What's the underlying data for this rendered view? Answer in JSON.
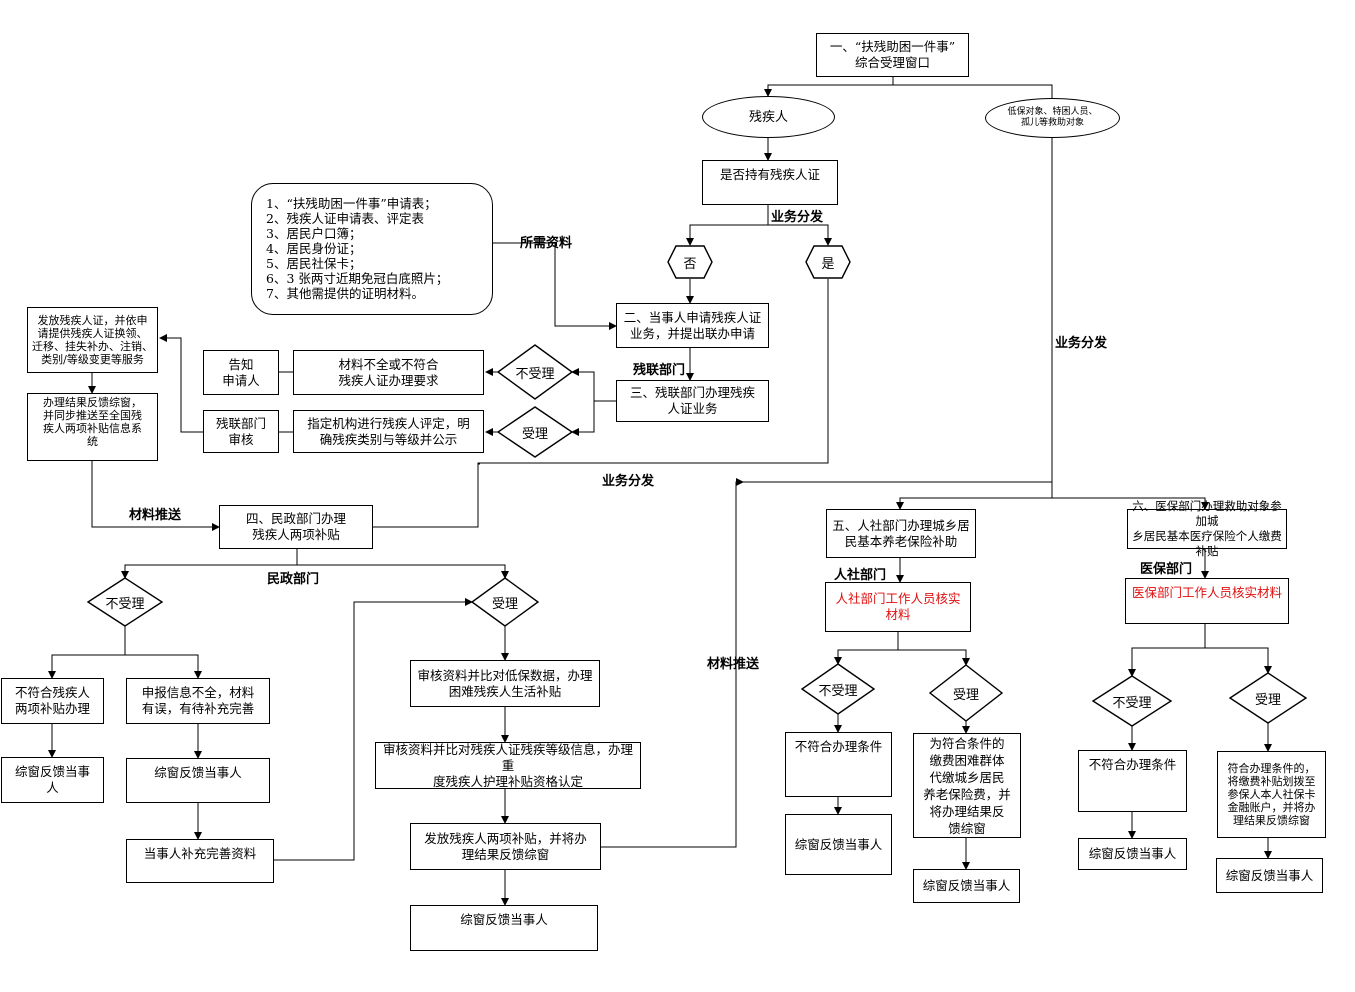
{
  "nodes": {
    "window": "一、“扶残助困一件事”\n综合受理窗口",
    "disabled_person": "残疾人",
    "low_income": "低保对象、特困人员、\n孤儿等救助对象",
    "has_card": "是否持有残疾人证",
    "no": "否",
    "yes": "是",
    "apply_card": "二、当事人申请残疾人证\n业务，并提出联办申请",
    "handle_card": "三、残联部门办理残疾\n人证业务",
    "reject_diamond": "不受理",
    "accept_diamond": "受理",
    "incomplete": "材料不全或不符合\n残疾人证办理要求",
    "notify": "告知\n申请人",
    "assess": "指定机构进行残疾人评定，明\n确残疾类别与等级并公示",
    "review": "残联部门\n审核",
    "issue_card": "发放残疾人证，并依申\n请提供残疾人证换领、\n迁移、挂失补办、注销、\n类别/等级变更等服务",
    "feedback_push": "办理结果反馈综窗，\n并同步推送至全国残\n疾人两项补贴信息系\n统",
    "civil": "四、民政部门办理\n残疾人两项补贴",
    "civil_reject": "不受理",
    "civil_accept": "受理",
    "not_qualified": "不符合残疾人\n两项补贴办理",
    "info_incomplete": "申报信息不全，材料\n有误，有待补充完善",
    "fb_a": "综窗反馈当事\n人",
    "fb_b": "综窗反馈当事人",
    "supplement": "当事人补充完善资料",
    "check_lowincome": "审核资料并比对低保数据，办理\n困难残疾人生活补贴",
    "check_level": "审核资料并比对残疾人证残疾等级信息，办理重\n度残疾人护理补贴资格认定",
    "issue_subsidy": "发放残疾人两项补贴，并将办\n理结果反馈综窗",
    "fb_c": "综窗反馈当事人",
    "hr": "五、人社部门办理城乡居\n民基本养老保险补助",
    "hr_verify": "人社部门工作人员核实\n材料",
    "hr_reject": "不受理",
    "hr_accept": "受理",
    "hr_not_qualified": "不符合办理条件",
    "hr_fb1": "综窗反馈当事人",
    "hr_pay": "为符合条件的\n缴费困难群体\n代缴城乡居民\n养老保险费，并\n将办理结果反\n馈综窗",
    "hr_fb2": "综窗反馈当事人",
    "med": "六、医保部门办理救助对象参加城\n乡居民基本医疗保险个人缴费补贴",
    "med_verify": "医保部门工作人员核实材料",
    "med_reject": "不受理",
    "med_accept": "受理",
    "med_not_qualified": "不符合办理条件",
    "med_fb1": "综窗反馈当事人",
    "med_pay": "符合办理条件的，\n将缴费补贴划拨至\n参保人本人社保卡\n金融账户，并将办\n理结果反馈综窗",
    "med_fb2": "综窗反馈当事人"
  },
  "required_materials": [
    "1、“扶残助困一件事”申请表；",
    "2、残疾人证申请表、评定表",
    "3、居民户口簿；",
    "4、居民身份证；",
    "5、居民社保卡；",
    "6、3 张两寸近期免冠白底照片；",
    "7、其他需提供的证明材料。"
  ],
  "labels": {
    "dispatch1": "业务分发",
    "required": "所需资料",
    "dispatch2": "业务分发",
    "cdpf": "残联部门",
    "dispatch3": "业务分发",
    "push1": "材料推送",
    "civil_dept": "民政部门",
    "push2": "材料推送",
    "hr_dept": "人社部门",
    "med_dept": "医保部门"
  }
}
